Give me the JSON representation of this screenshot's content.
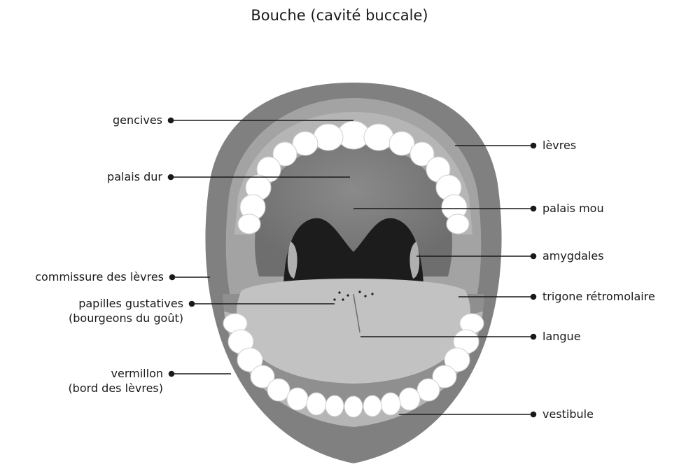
{
  "title": "Bouche (cavité buccale)",
  "labels": {
    "gencives": "gencives",
    "palais_dur": "palais dur",
    "commissure": "commissure des lèvres",
    "papilles_1": "papilles gustatives",
    "papilles_2": "(bourgeons du goût)",
    "vermillon_1": "vermillon",
    "vermillon_2": "(bord des lèvres)",
    "levres": "lèvres",
    "palais_mou": "palais mou",
    "amygdales": "amygdales",
    "trigone": "trigone rétromolaire",
    "langue": "langue",
    "vestibule": "vestibule"
  },
  "colors": {
    "lips": "#7f7f7f",
    "inner_mouth": "#9a9a9a",
    "palate": "#8c8c8c",
    "throat": "#1c1c1c",
    "tongue": "#c0c0c0",
    "teeth": "#ffffff",
    "gums": "#b4b4b4",
    "leader": "#1a1a1a"
  }
}
